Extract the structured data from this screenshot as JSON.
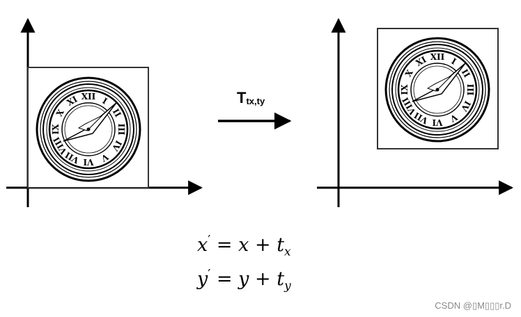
{
  "transform": {
    "label_main": "T",
    "label_sub": "tx,ty"
  },
  "equations": {
    "x": {
      "lhs": "x",
      "prime": "′",
      "eq": "=",
      "var": "x",
      "plus": "+",
      "t": "t",
      "sub": "x"
    },
    "y": {
      "lhs": "y",
      "prime": "′",
      "eq": "=",
      "var": "y",
      "plus": "+",
      "t": "t",
      "sub": "y"
    }
  },
  "clock": {
    "numerals": [
      "XII",
      "I",
      "II",
      "III",
      "IV",
      "V",
      "VI",
      "VII",
      "VIII",
      "IX",
      "X",
      "XI"
    ]
  },
  "watermark": "CSDN @▯M▯▯▯r.D",
  "colors": {
    "ink": "#000000",
    "frame": "#333333",
    "watermark": "#888888"
  }
}
